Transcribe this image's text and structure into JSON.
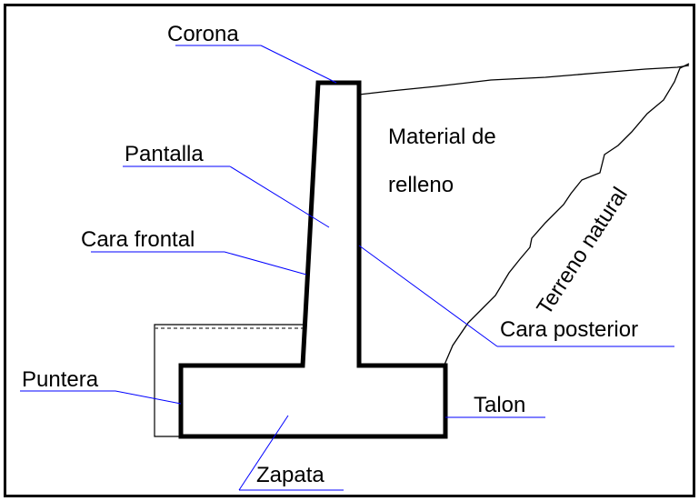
{
  "labels": {
    "corona": "Corona",
    "pantalla": "Pantalla",
    "cara_frontal": "Cara frontal",
    "puntera": "Puntera",
    "zapata": "Zapata",
    "talon": "Talon",
    "cara_posterior": "Cara posterior",
    "material_line1": "Material de",
    "material_line2": "relleno",
    "terreno_natural": "Terreno natural"
  },
  "colors": {
    "leader": "#0000ff",
    "outline": "#000000",
    "background": "#ffffff"
  }
}
